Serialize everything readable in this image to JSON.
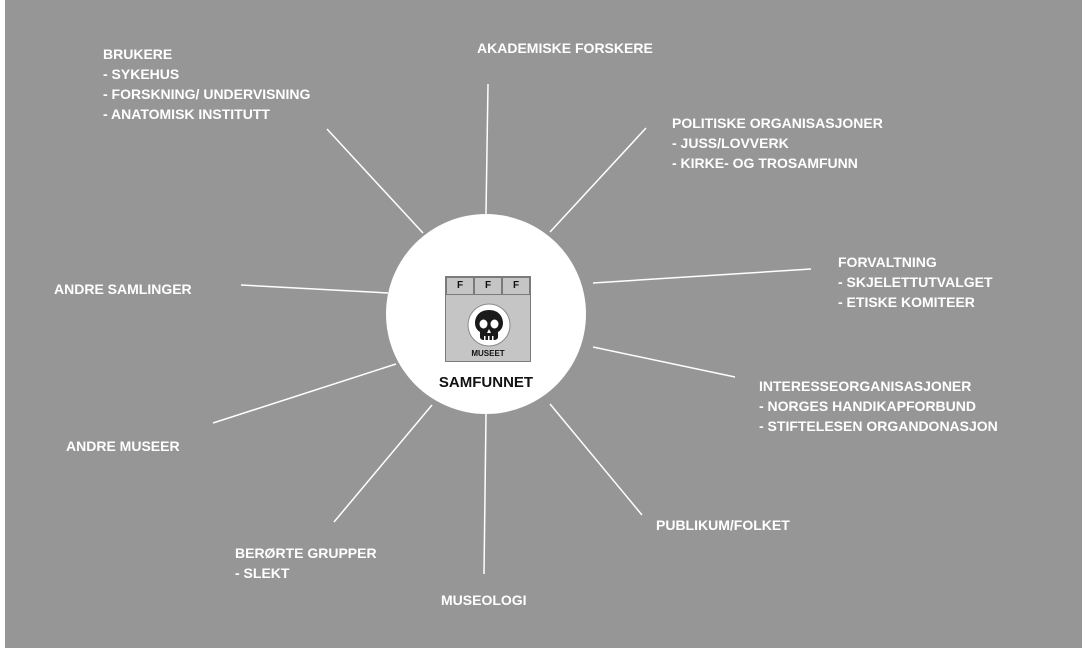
{
  "center": {
    "title": "SAMFUNNET",
    "badges": [
      "F",
      "F",
      "F"
    ],
    "museum_label": "MUSEET"
  },
  "nodes": {
    "akademiske": {
      "title": "AKADEMISKE FORSKERE",
      "items": []
    },
    "politiske": {
      "title": "POLITISKE ORGANISASJONER",
      "items": [
        "- JUSS/LOVVERK",
        "- KIRKE- OG TROSAMFUNN"
      ]
    },
    "forvaltning": {
      "title": "FORVALTNING",
      "items": [
        "- SKJELETTUTVALGET",
        "- ETISKE KOMITEER"
      ]
    },
    "interesse": {
      "title": "INTERESSEORGANISASJONER",
      "items": [
        "- NORGES HANDIKAPFORBUND",
        "- STIFTELESEN ORGANDONASJON"
      ]
    },
    "publikum": {
      "title": "PUBLIKUM/FOLKET",
      "items": []
    },
    "museologi": {
      "title": "MUSEOLOGI",
      "items": []
    },
    "berorte": {
      "title": "BERØRTE GRUPPER",
      "items": [
        "- SLEKT"
      ]
    },
    "andre_museer": {
      "title": "ANDRE MUSEER",
      "items": []
    },
    "andre_samlinger": {
      "title": "ANDRE SAMLINGER",
      "items": []
    },
    "brukere": {
      "title": "BRUKERE",
      "items": [
        "- SYKEHUS",
        "- FORSKNING/ UNDERVISNING",
        "- ANATOMISK INSTITUTT"
      ]
    }
  },
  "colors": {
    "background": "#979696",
    "text": "#ffffff",
    "hub": "#ffffff",
    "ray": "#ffffff"
  },
  "icons": [
    "skull-icon"
  ]
}
